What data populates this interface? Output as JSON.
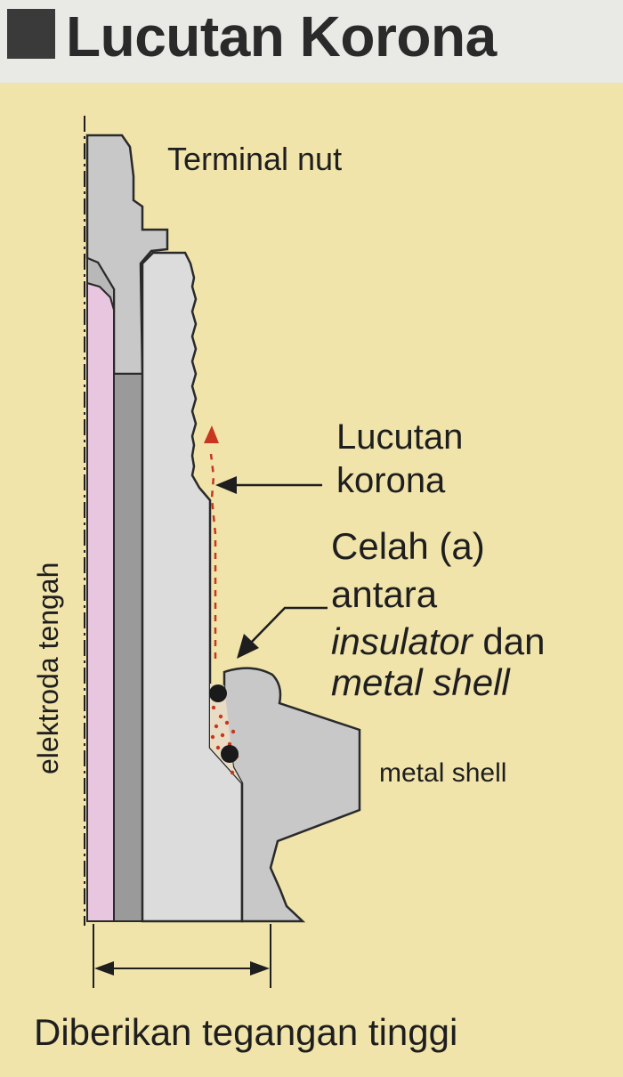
{
  "header": {
    "title": "Lucutan Korona"
  },
  "labels": {
    "terminal_nut": "Terminal nut",
    "corona_line1": "Lucutan",
    "corona_line2": "korona",
    "gap_line1": "Celah (a)",
    "gap_line2": "antara",
    "gap_line3_italic": "insulator",
    "gap_line3_rest": " dan",
    "gap_line4_italic": "metal shell",
    "metal_shell": "metal shell",
    "center_electrode": "elektroda tengah",
    "bottom_caption": "Diberikan tegangan tinggi"
  },
  "colors": {
    "background": "#f0e4ab",
    "header_band": "#e9e9e6",
    "metal_gray": "#c8c8c8",
    "electrode_pink": "#e8c6df",
    "dark_gray": "#9a9a9a",
    "insulator": "#dcdcdc",
    "corona_red": "#c8361f"
  }
}
